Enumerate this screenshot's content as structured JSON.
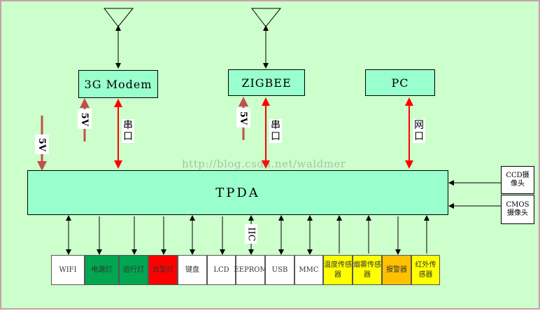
{
  "boxes": {
    "modem": "3G Modem",
    "zigbee": "ZIGBEE",
    "pc": "PC",
    "tpda": "TPDA",
    "ccd_camera": "CCD摄像头",
    "cmos_camera": "CMOS摄像头"
  },
  "link_labels": {
    "serial_modem": "串\n口",
    "serial_zigbee": "串\n口",
    "network_pc": "网\n口",
    "power_left": "5V",
    "power_modem": "5V",
    "power_zigbee": "5V",
    "iic": "IIC"
  },
  "peripherals": [
    {
      "label": "WIFI",
      "color": "#ffffff"
    },
    {
      "label": "电源灯",
      "color": "#00a651"
    },
    {
      "label": "运行灯",
      "color": "#00a651"
    },
    {
      "label": "告警灯",
      "color": "#ff0000"
    },
    {
      "label": "键盘",
      "color": "#ffffff"
    },
    {
      "label": "LCD",
      "color": "#ffffff"
    },
    {
      "label": "EEPROM",
      "color": "#ffffff"
    },
    {
      "label": "USB",
      "color": "#ffffff"
    },
    {
      "label": "MMC",
      "color": "#ffffff"
    },
    {
      "label": "温度传感器",
      "color": "#ffff00"
    },
    {
      "label": "烟雾传感器",
      "color": "#ffff00"
    },
    {
      "label": "报警器",
      "color": "#ffc000"
    },
    {
      "label": "红外传感器",
      "color": "#ffff00"
    }
  ],
  "watermark": "http://blog.csdn.net/waldmer",
  "colors": {
    "background": "#ccffcc",
    "box_fill": "#99ffcc",
    "bus_arrow": "#ff0000",
    "power_arrow": "#c0504d"
  }
}
